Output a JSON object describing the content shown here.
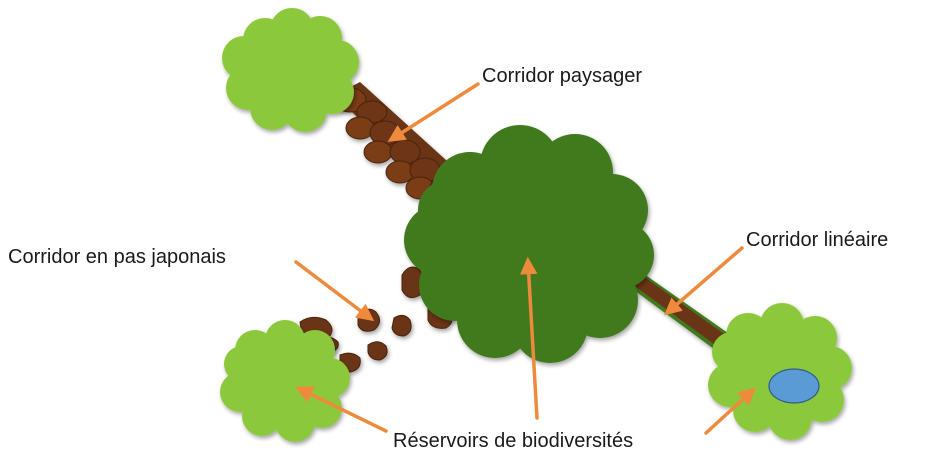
{
  "labels": {
    "corridor_paysager": "Corridor paysager",
    "corridor_lineaire": "Corridor linéaire",
    "corridor_pas_japonais": "Corridor en pas japonais",
    "reservoirs": "Réservoirs de biodiversités"
  },
  "colors": {
    "dark_green": "#3f7a1f",
    "light_green": "#8cc83a",
    "brown": "#6b3414",
    "arrow": "#ee8a3c",
    "water": "#5b9bd5"
  }
}
